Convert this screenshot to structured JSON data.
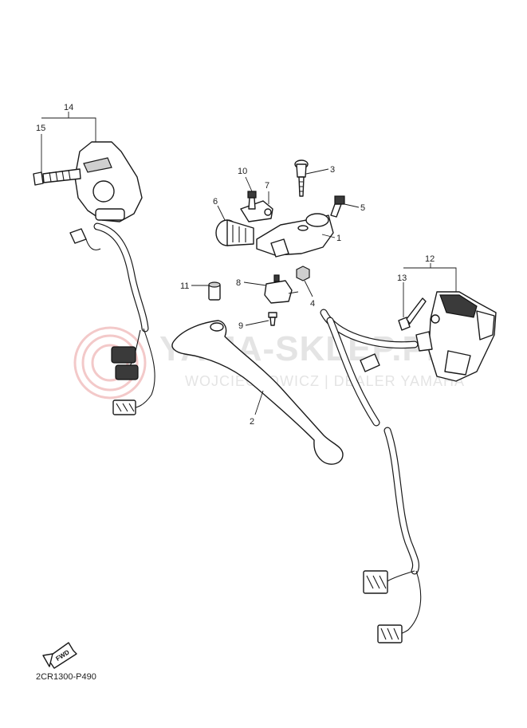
{
  "diagram": {
    "part_code": "2CR1300-P490",
    "fwd_label": "FWD",
    "callouts": [
      "1",
      "2",
      "3",
      "4",
      "5",
      "6",
      "7",
      "8",
      "9",
      "10",
      "11",
      "12",
      "13",
      "14",
      "15"
    ]
  },
  "colors": {
    "line": "#1a1a1a",
    "watermark_text": "#e2e2e2",
    "watermark_logo": "#f2c4c4"
  }
}
